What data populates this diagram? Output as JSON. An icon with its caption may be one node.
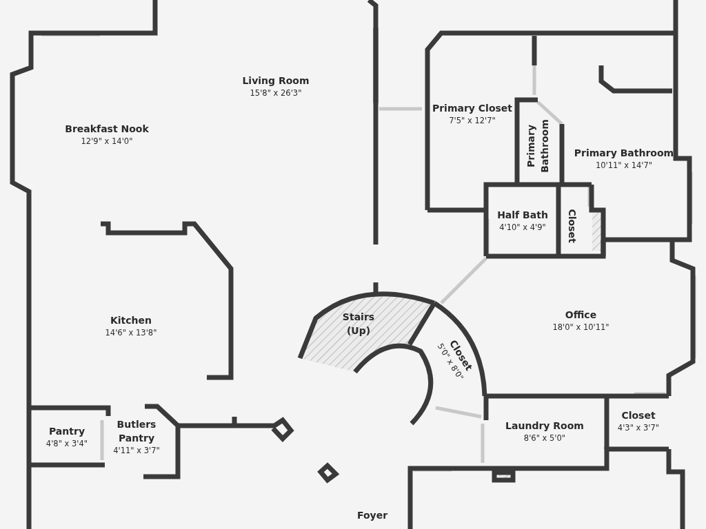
{
  "diagram": {
    "nodes": [
      {
        "text": [
          "Living Room",
          "15'8\" x 26'3\""
        ]
      },
      {
        "text": [
          "Breakfast Nook",
          "12'9\" x 14'0\""
        ]
      },
      {
        "text": [
          "Primary Closet",
          "7'5\" x 12'7\""
        ]
      },
      {
        "text": [
          "Primary Bathroom"
        ]
      },
      {
        "text": [
          "Primary Bathroom",
          "10'11\" x 14'7\""
        ]
      },
      {
        "text": [
          "Half Bath",
          "4'10\" x 4'9\""
        ]
      },
      {
        "text": [
          "Closet"
        ]
      },
      {
        "text": [
          "Office",
          "18'0\" x 10'11\""
        ]
      },
      {
        "text": [
          "Kitchen",
          "14'6\" x 13'8\""
        ]
      },
      {
        "text": [
          "Stairs (Up)"
        ]
      },
      {
        "text": [
          "Closet",
          "5'0\" x 8'0\""
        ]
      },
      {
        "text": [
          "Laundry Room",
          "8'6\" x 5'0\""
        ]
      },
      {
        "text": [
          "Closet",
          "4'3\" x 3'7\""
        ]
      },
      {
        "text": [
          "Pantry",
          "4'8\" x 3'4\""
        ]
      },
      {
        "text": [
          "Butlers Pantry",
          "4'11\" x 3'7\""
        ]
      },
      {
        "text": [
          "Foyer"
        ]
      }
    ]
  }
}
